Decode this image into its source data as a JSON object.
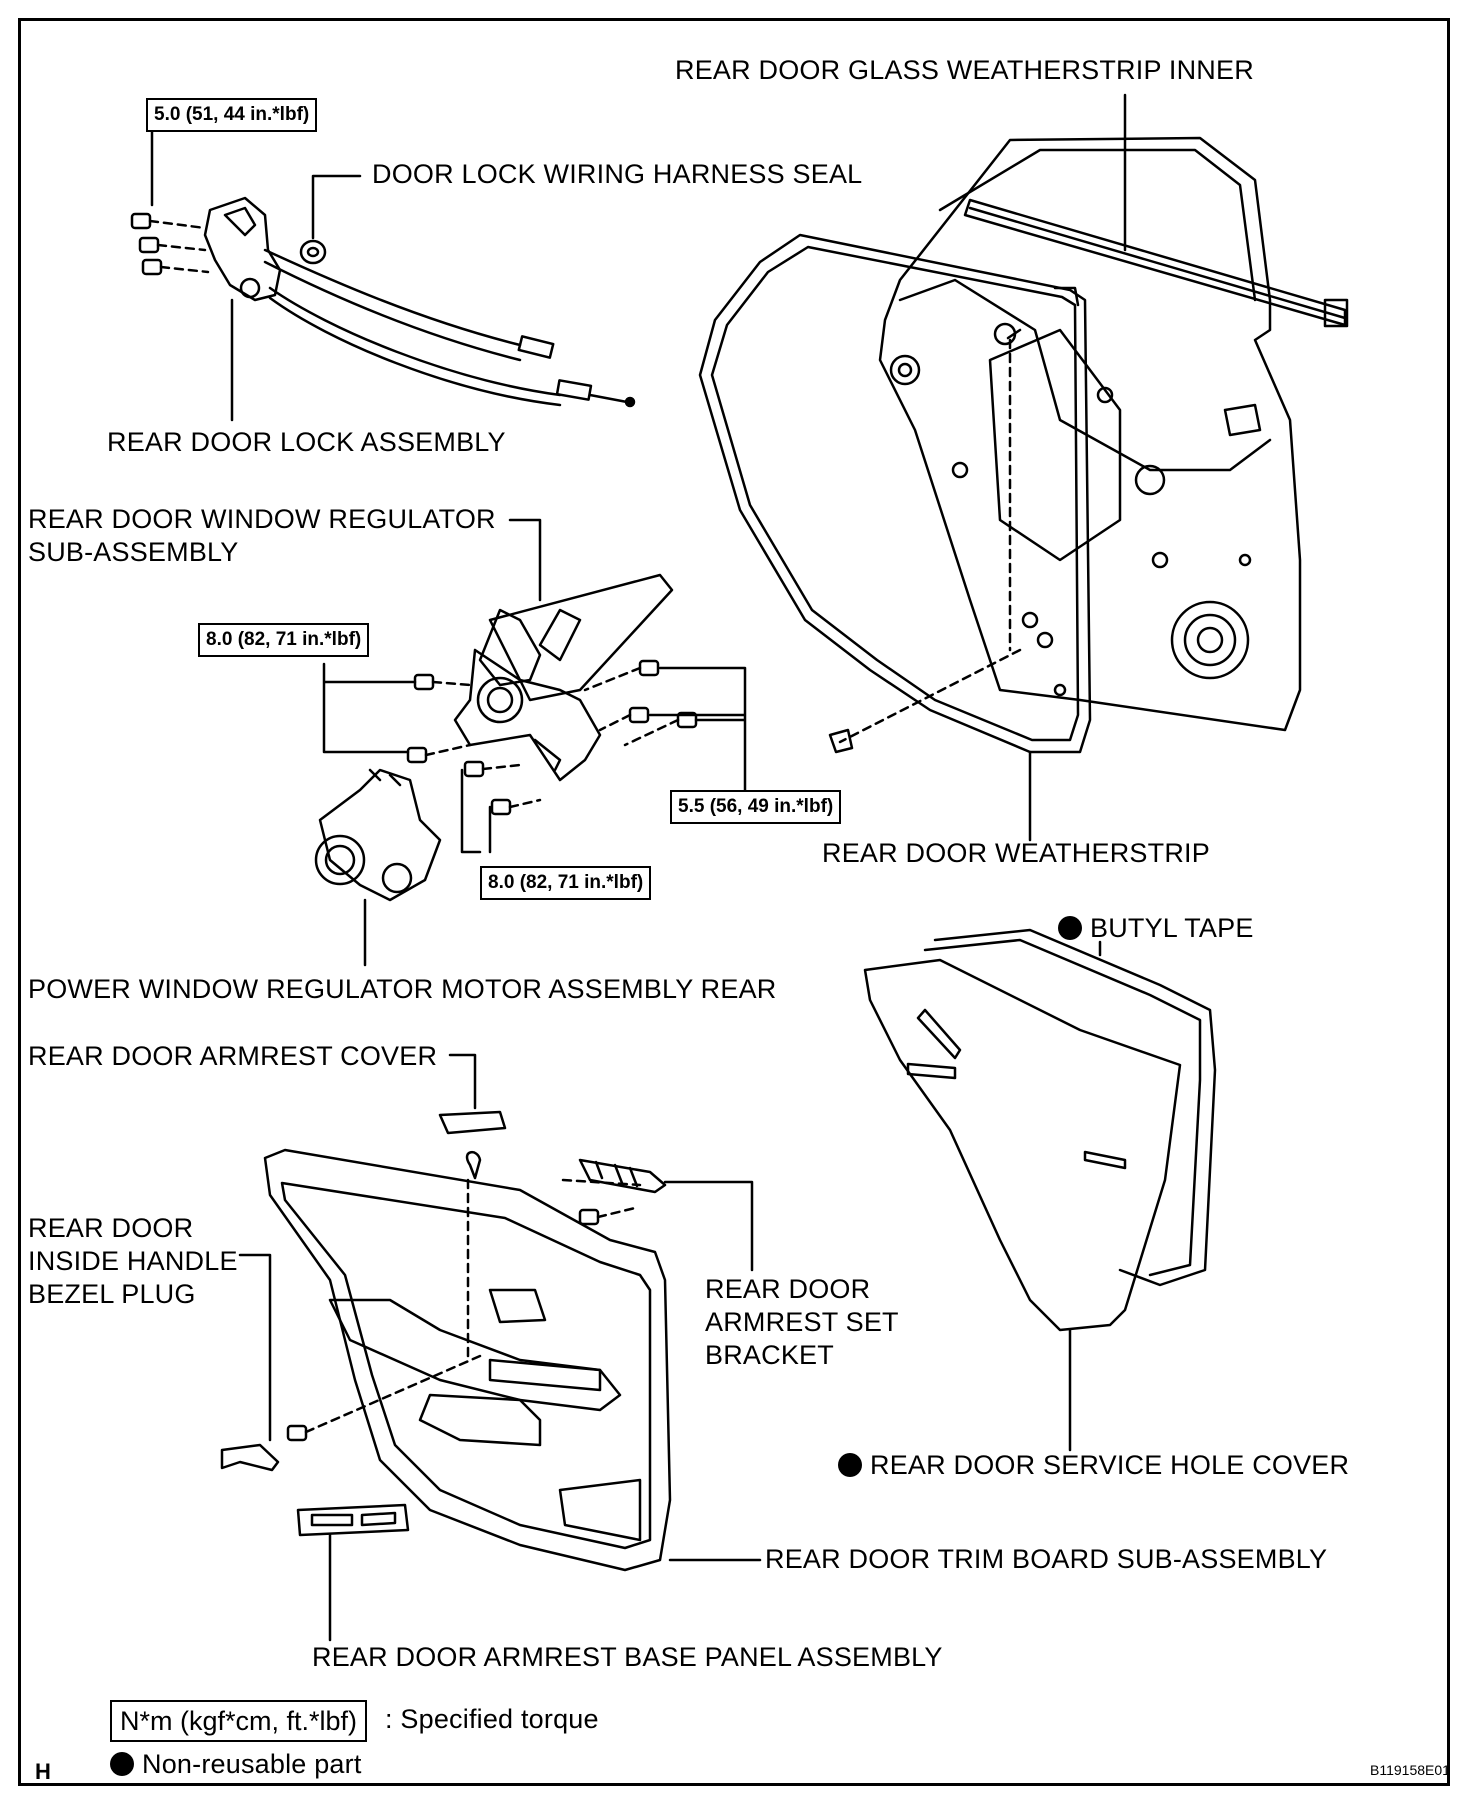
{
  "labels": {
    "glass_weatherstrip": "REAR DOOR GLASS WEATHERSTRIP INNER",
    "harness_seal": "DOOR LOCK WIRING HARNESS SEAL",
    "lock_assembly": "REAR DOOR LOCK ASSEMBLY",
    "regulator_line1": "REAR DOOR WINDOW REGULATOR",
    "regulator_line2": "SUB-ASSEMBLY",
    "weatherstrip": "REAR DOOR WEATHERSTRIP",
    "motor": "POWER WINDOW REGULATOR MOTOR ASSEMBLY REAR",
    "butyl_tape": "BUTYL TAPE",
    "armrest_cover": "REAR DOOR ARMREST COVER",
    "bezel_line1": "REAR DOOR",
    "bezel_line2": "INSIDE HANDLE",
    "bezel_line3": "BEZEL PLUG",
    "bracket_line1": "REAR DOOR",
    "bracket_line2": "ARMREST SET",
    "bracket_line3": "BRACKET",
    "service_hole_cover": "REAR DOOR SERVICE HOLE COVER",
    "trim_board": "REAR DOOR TRIM BOARD SUB-ASSEMBLY",
    "base_panel": "REAR DOOR ARMREST BASE PANEL ASSEMBLY"
  },
  "torques": {
    "lock": "5.0 (51, 44 in.*lbf)",
    "regulator_upper": "8.0 (82, 71 in.*lbf)",
    "regulator_right": "5.5 (56, 49 in.*lbf)",
    "regulator_lower": "8.0 (82, 71 in.*lbf)"
  },
  "legend": {
    "torque_unit": "N*m (kgf*cm, ft.*lbf)",
    "torque_text": ": Specified torque",
    "nonreusable_text": "Non-reusable part"
  },
  "corner_letter": "H",
  "figure_code": "B119158E01"
}
